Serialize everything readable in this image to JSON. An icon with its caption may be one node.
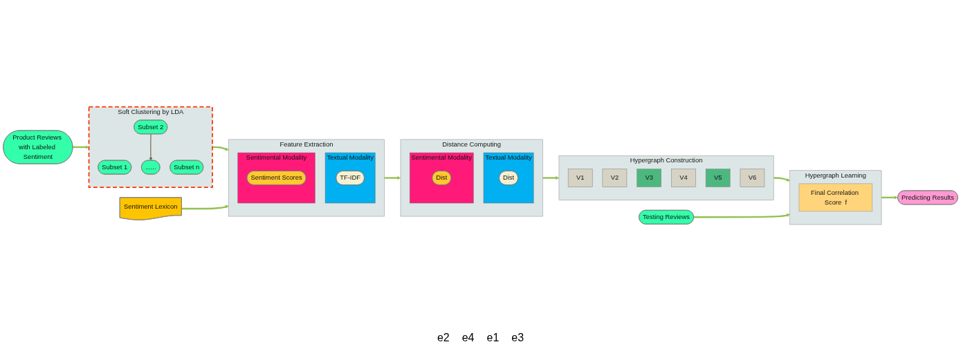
{
  "diagram": {
    "nodes": [
      {
        "text": [
          "Product Reviews with Labeled Sentiment"
        ]
      },
      {
        "text": [
          "Soft Clustering by LDA"
        ]
      },
      {
        "text": [
          "Subset 1"
        ],
        "in": 1
      },
      {
        "text": [
          "Subset 2"
        ],
        "in": 1
      },
      {
        "text": [
          "......"
        ],
        "in": 1
      },
      {
        "text": [
          "Subset n"
        ],
        "in": 1
      },
      {
        "text": [
          "Feature Extraction"
        ]
      },
      {
        "text": [
          "Textual Modality"
        ],
        "in": 6
      },
      {
        "text": [
          "TF-IDF"
        ],
        "in": 7
      },
      {
        "text": [
          "Sentimental Modality"
        ],
        "in": 6
      },
      {
        "text": [
          "Sentiment Scores"
        ],
        "in": 9
      },
      {
        "text": [
          "Sentiment Lexicon"
        ]
      },
      {
        "text": [
          "Distance Computing"
        ]
      },
      {
        "text": [
          "Textual Modality"
        ],
        "in": 12
      },
      {
        "text": [
          "Dist"
        ],
        "in": 13
      },
      {
        "text": [
          "Sentimental Modality"
        ],
        "in": 12
      },
      {
        "text": [
          "Dist"
        ],
        "in": 15
      },
      {
        "text": [
          "Hypergraph Construction"
        ]
      },
      {
        "text": [
          "V1"
        ],
        "in": 17
      },
      {
        "text": [
          "V2"
        ],
        "in": 17
      },
      {
        "text": [
          "V3"
        ],
        "in": 17
      },
      {
        "text": [
          "V4"
        ],
        "in": 17
      },
      {
        "text": [
          "V5"
        ],
        "in": 17
      },
      {
        "text": [
          "V6"
        ],
        "in": 17
      },
      {
        "text": [
          "Testing Reviews"
        ]
      },
      {
        "text": [
          "Hypergraph Learning"
        ]
      },
      {
        "text": [
          "Final Correlation Score  f"
        ],
        "in": 25
      },
      {
        "text": [
          "Predicting Results"
        ]
      }
    ],
    "edges": [
      {
        "from": 0,
        "to": 1,
        "arrow": "to"
      },
      {
        "from": 3,
        "to": 4,
        "arrow": "to",
        "color": "#6b6b4f"
      },
      {
        "from": 1,
        "to": 6,
        "arrow": "to"
      },
      {
        "from": 11,
        "to": 6,
        "arrow": "to"
      },
      {
        "from": 6,
        "to": 12,
        "arrow": "to"
      },
      {
        "from": 12,
        "to": 17,
        "arrow": "to"
      },
      {
        "from": 17,
        "to": 25,
        "arrow": "to"
      },
      {
        "from": 24,
        "to": 25,
        "arrow": "to"
      },
      {
        "from": 25,
        "to": 27,
        "arrow": "to"
      }
    ],
    "labels": [
      "e2",
      "e4",
      "e1",
      "e3"
    ]
  }
}
